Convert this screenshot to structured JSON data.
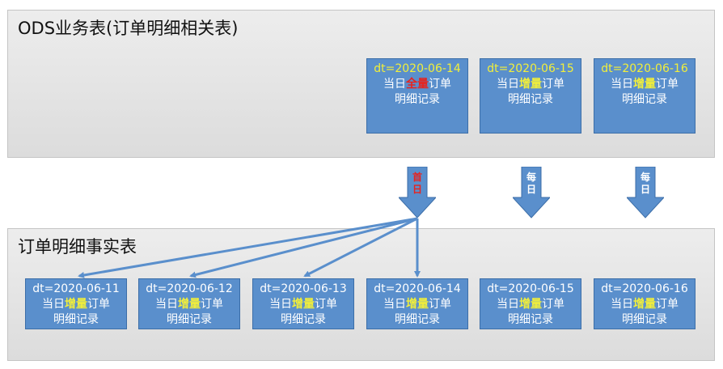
{
  "ods": {
    "title": "ODS业务表(订单明细相关表)",
    "boxes": [
      {
        "dt": "dt=2020-06-14",
        "pre": "当日",
        "mid": "全量",
        "post": "订单",
        "line2": "明细记录",
        "mid_color": "#e8231e"
      },
      {
        "dt": "dt=2020-06-15",
        "pre": "当日",
        "mid": "增量",
        "post": "订单",
        "line2": "明细记录",
        "mid_color": "#f2ef3a"
      },
      {
        "dt": "dt=2020-06-16",
        "pre": "当日",
        "mid": "增量",
        "post": "订单",
        "line2": "明细记录",
        "mid_color": "#f2ef3a"
      }
    ]
  },
  "arrows": [
    {
      "label": "首日",
      "label_color": "#e8231e"
    },
    {
      "label": "每日",
      "label_color": "#ffffff"
    },
    {
      "label": "每日",
      "label_color": "#ffffff"
    }
  ],
  "fact": {
    "title": "订单明细事实表",
    "boxes": [
      {
        "dt": "dt=2020-06-11",
        "pre": "当日",
        "mid": "增量",
        "post": "订单",
        "line2": "明细记录"
      },
      {
        "dt": "dt=2020-06-12",
        "pre": "当日",
        "mid": "增量",
        "post": "订单",
        "line2": "明细记录"
      },
      {
        "dt": "dt=2020-06-13",
        "pre": "当日",
        "mid": "增量",
        "post": "订单",
        "line2": "明细记录"
      },
      {
        "dt": "dt=2020-06-14",
        "pre": "当日",
        "mid": "增量",
        "post": "订单",
        "line2": "明细记录"
      },
      {
        "dt": "dt=2020-06-15",
        "pre": "当日",
        "mid": "增量",
        "post": "订单",
        "line2": "明细记录"
      },
      {
        "dt": "dt=2020-06-16",
        "pre": "当日",
        "mid": "增量",
        "post": "订单",
        "line2": "明细记录"
      }
    ]
  },
  "colors": {
    "box_fill": "#5a8fcc",
    "dt_text": "#f2ef3a",
    "increment_highlight": "#f2ef3a",
    "full_highlight": "#e8231e",
    "connector": "#5a8fcc"
  }
}
